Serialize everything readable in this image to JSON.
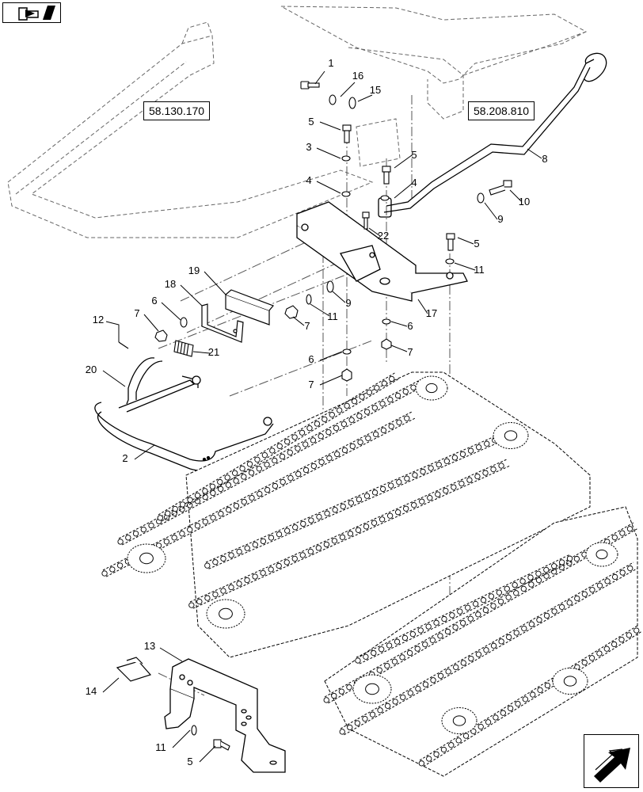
{
  "references": [
    {
      "id": "ref-58-130-170",
      "text": "58.130.170"
    },
    {
      "id": "ref-58-208-810",
      "text": "58.208.810"
    }
  ],
  "callouts": [
    {
      "id": "1",
      "text": "1"
    },
    {
      "id": "16",
      "text": "16"
    },
    {
      "id": "15",
      "text": "15"
    },
    {
      "id": "5a",
      "text": "5"
    },
    {
      "id": "3",
      "text": "3"
    },
    {
      "id": "5b",
      "text": "5"
    },
    {
      "id": "4a",
      "text": "4"
    },
    {
      "id": "4b",
      "text": "4"
    },
    {
      "id": "8",
      "text": "8"
    },
    {
      "id": "10",
      "text": "10"
    },
    {
      "id": "9a",
      "text": "9"
    },
    {
      "id": "22",
      "text": "22"
    },
    {
      "id": "5c",
      "text": "5"
    },
    {
      "id": "11a",
      "text": "11"
    },
    {
      "id": "19",
      "text": "19"
    },
    {
      "id": "18",
      "text": "18"
    },
    {
      "id": "9b",
      "text": "9"
    },
    {
      "id": "17",
      "text": "17"
    },
    {
      "id": "6a",
      "text": "6"
    },
    {
      "id": "7a",
      "text": "7"
    },
    {
      "id": "11b",
      "text": "11"
    },
    {
      "id": "7b",
      "text": "7"
    },
    {
      "id": "6b",
      "text": "6"
    },
    {
      "id": "12",
      "text": "12"
    },
    {
      "id": "21",
      "text": "21"
    },
    {
      "id": "6c",
      "text": "6"
    },
    {
      "id": "7c",
      "text": "7"
    },
    {
      "id": "6d",
      "text": "6"
    },
    {
      "id": "7d",
      "text": "7"
    },
    {
      "id": "20",
      "text": "20"
    },
    {
      "id": "2",
      "text": "2"
    },
    {
      "id": "13",
      "text": "13"
    },
    {
      "id": "14",
      "text": "14"
    },
    {
      "id": "11c",
      "text": "11"
    },
    {
      "id": "5d",
      "text": "5"
    }
  ],
  "icons": {
    "top_left": "previous-page-icon",
    "bottom_right": "next-page-icon"
  },
  "colors": {
    "line": "#000000",
    "dashed": "#555555",
    "background": "#ffffff"
  }
}
